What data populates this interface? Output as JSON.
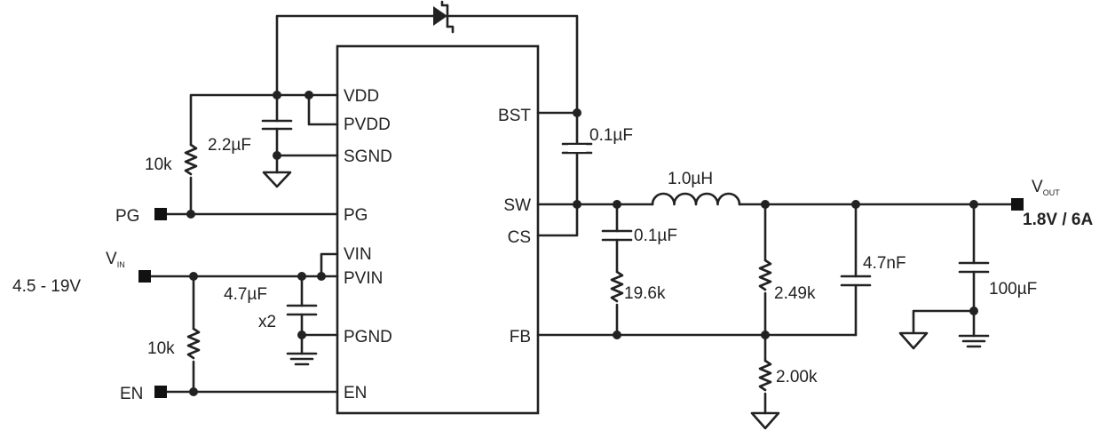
{
  "ic": {
    "pins_left": {
      "vdd": "VDD",
      "pvdd": "PVDD",
      "sgnd": "SGND",
      "pg": "PG",
      "vin": "VIN",
      "pvin": "PVIN",
      "pgnd": "PGND",
      "en": "EN"
    },
    "pins_right": {
      "bst": "BST",
      "sw": "SW",
      "cs": "CS",
      "fb": "FB"
    }
  },
  "components": {
    "c_vdd": "2.2µF",
    "r_pg": "10k",
    "c_bst": "0.1µF",
    "inductor": "1.0µH",
    "c_cs": "0.1µF",
    "r_cs": "19.6k",
    "r_top": "2.49k",
    "r_bottom": "2.00k",
    "c_ff": "4.7nF",
    "c_out": "100µF",
    "c_in": "4.7µF",
    "c_in_mult": "x2",
    "r_en": "10k"
  },
  "ports": {
    "pg": "PG",
    "en": "EN",
    "vin_symbol": "V",
    "vin_sub": "IN",
    "vin_range": "4.5 - 19V",
    "vout_symbol": "V",
    "vout_sub": "OUT",
    "vout_spec": "1.8V / 6A"
  }
}
